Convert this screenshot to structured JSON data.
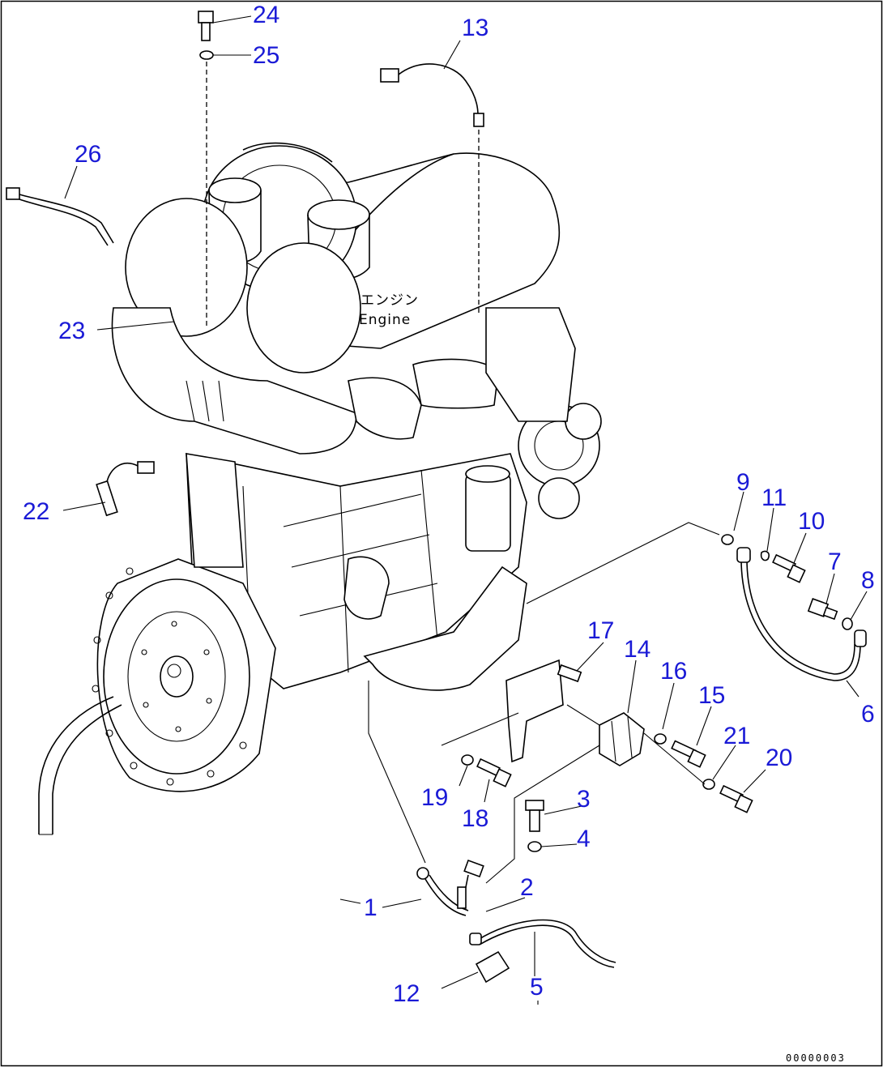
{
  "diagram": {
    "engine_label_jp": "エンジン",
    "engine_label_en": "Engine",
    "drawing_code": "00000003",
    "callouts": [
      {
        "id": "c1",
        "text": "1"
      },
      {
        "id": "c2",
        "text": "2"
      },
      {
        "id": "c3",
        "text": "3"
      },
      {
        "id": "c4",
        "text": "4"
      },
      {
        "id": "c5",
        "text": "5"
      },
      {
        "id": "c6",
        "text": "6"
      },
      {
        "id": "c7",
        "text": "7"
      },
      {
        "id": "c8",
        "text": "8"
      },
      {
        "id": "c9",
        "text": "9"
      },
      {
        "id": "c10",
        "text": "10"
      },
      {
        "id": "c11",
        "text": "11"
      },
      {
        "id": "c12",
        "text": "12"
      },
      {
        "id": "c13",
        "text": "13"
      },
      {
        "id": "c14",
        "text": "14"
      },
      {
        "id": "c15",
        "text": "15"
      },
      {
        "id": "c16",
        "text": "16"
      },
      {
        "id": "c17",
        "text": "17"
      },
      {
        "id": "c18",
        "text": "18"
      },
      {
        "id": "c19",
        "text": "19"
      },
      {
        "id": "c20",
        "text": "20"
      },
      {
        "id": "c21",
        "text": "21"
      },
      {
        "id": "c22",
        "text": "22"
      },
      {
        "id": "c23",
        "text": "23"
      },
      {
        "id": "c24",
        "text": "24"
      },
      {
        "id": "c25",
        "text": "25"
      },
      {
        "id": "c26",
        "text": "26"
      }
    ]
  },
  "colors": {
    "callout": "#1a1ad6",
    "line": "#000000",
    "background": "#ffffff"
  }
}
